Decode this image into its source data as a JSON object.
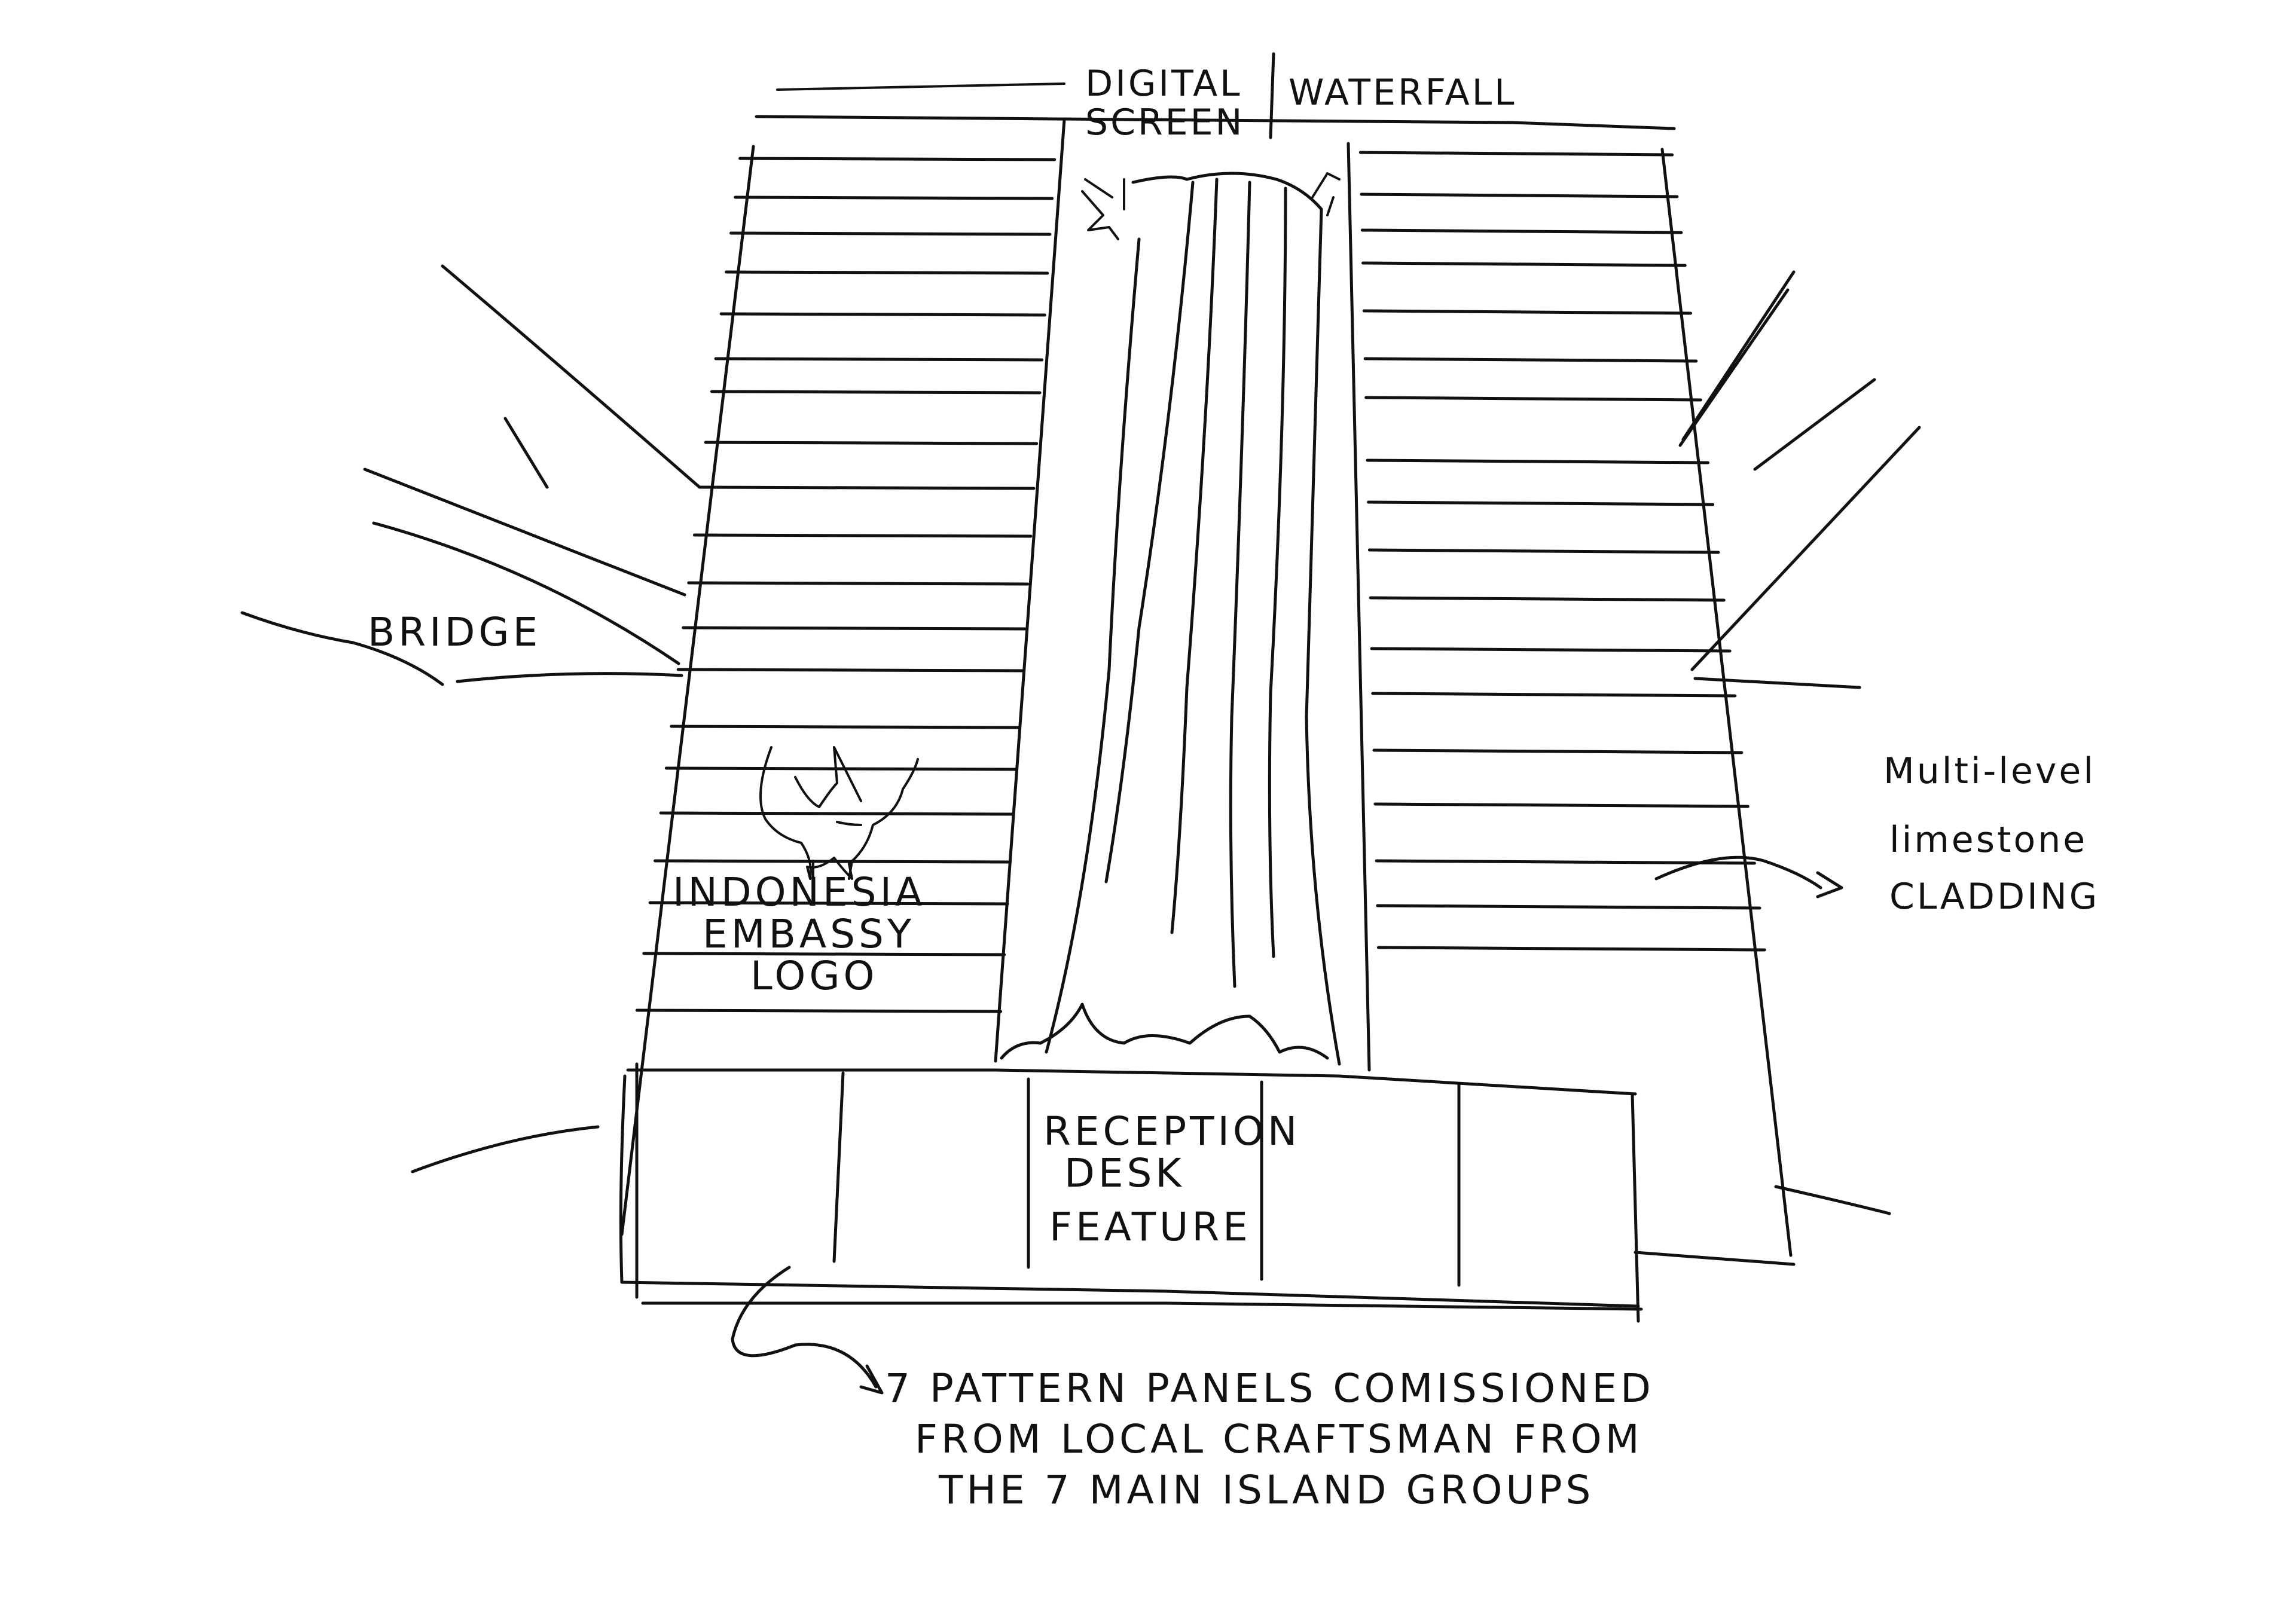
{
  "labels": {
    "digital_screen_line1": "DIGITAL",
    "digital_screen_line2": "SCREEN",
    "waterfall": "WATERFALL",
    "bridge": "BRIDGE",
    "logo_line1": "INDONESIA",
    "logo_line2": "EMBASSY",
    "logo_line3": "LOGO",
    "cladding_line1": "Multi-level",
    "cladding_line2": "limestone",
    "cladding_line3": "CLADDING",
    "reception_line1": "RECEPTION",
    "reception_line2": "DESK",
    "reception_line3": "FEATURE",
    "panels_line1": "7 PATTERN PANELS COMISSIONED",
    "panels_line2": "FROM LOCAL CRAFTSMAN FROM",
    "panels_line3": "THE 7 MAIN ISLAND GROUPS"
  },
  "colors": {
    "ink": "#111111",
    "paper": "#ffffff"
  }
}
